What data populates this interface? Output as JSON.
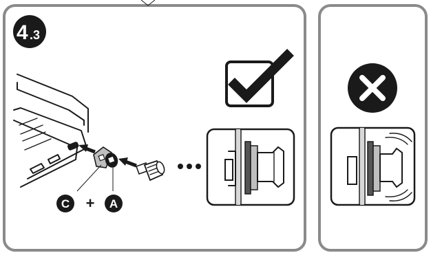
{
  "step": {
    "major": "4",
    "minor": ".3"
  },
  "parts": {
    "washer_label": "C",
    "join": "+",
    "spacer_label": "A"
  },
  "indicators": {
    "correct": "check-mark-icon",
    "incorrect": "cross-mark-icon"
  },
  "colors": {
    "ink": "#1a1a1a",
    "frame": "#8a8a8a",
    "part_grey": "#bfbfbf",
    "dark_grey": "#555555"
  }
}
